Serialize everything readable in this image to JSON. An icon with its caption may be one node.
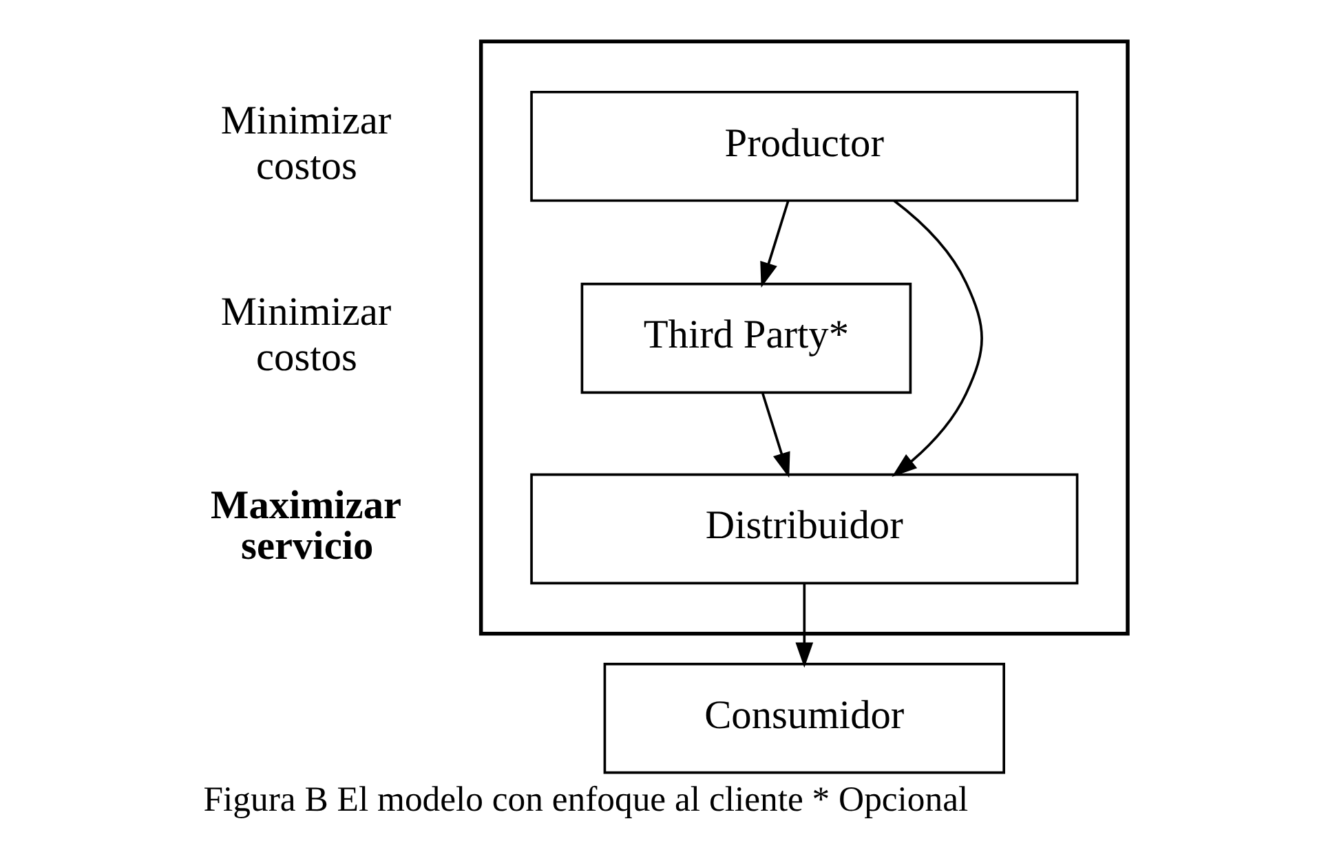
{
  "diagram": {
    "caption": "Figura B El modelo con enfoque al cliente * Opcional",
    "nodes": [
      {
        "text": [],
        "shape": "box"
      },
      {
        "text": [
          "Productor"
        ],
        "in": 0
      },
      {
        "text": [
          "Third Party*"
        ],
        "in": 0
      },
      {
        "text": [
          "Distribuidor"
        ],
        "in": 0
      },
      {
        "text": [
          "Consumidor"
        ]
      }
    ],
    "edges": [
      {
        "from": 1,
        "to": 2,
        "arrow": "to"
      },
      {
        "from": 1,
        "to": 3,
        "arrow": "to"
      },
      {
        "from": 2,
        "to": 3,
        "arrow": "to"
      },
      {
        "from": 3,
        "to": 4,
        "arrow": "to"
      }
    ],
    "labels": [
      "Minimizar costos",
      "Minimizar costos",
      "Maximizar servicio"
    ]
  }
}
